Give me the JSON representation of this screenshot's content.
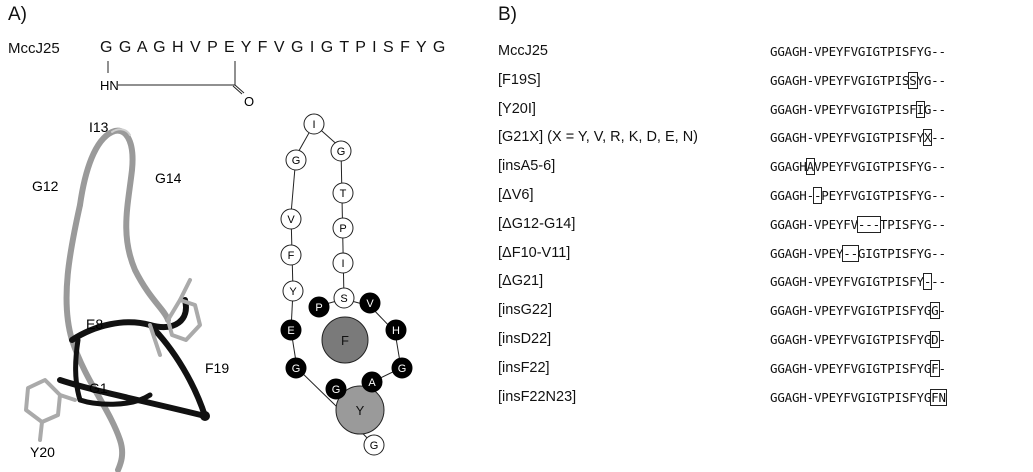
{
  "panelA": {
    "label": "A)",
    "peptide_name": "MccJ25",
    "peptide_sequence": "G G A G H V P E Y F V G I G T P I S F Y G",
    "linkage": {
      "nh": "HN",
      "o": "O"
    },
    "structure_labels": {
      "i13": "I13",
      "g12": "G12",
      "g14": "G14",
      "e8": "E8",
      "f19": "F19",
      "g1": "G1",
      "y20": "Y20"
    },
    "diagram_residues": {
      "loop_left": [
        "I",
        "G",
        "V",
        "F",
        "Y"
      ],
      "loop_right": [
        "G",
        "T",
        "P",
        "I",
        "S"
      ],
      "ring": [
        "E",
        "P",
        "V",
        "H",
        "G",
        "A",
        "G",
        "G"
      ],
      "big_f": "F",
      "big_y": "Y",
      "tail_g": "G"
    },
    "colors": {
      "ring_fill": "#000000",
      "big_fill": "#7a7a7a",
      "ribbon_gray": "#999999",
      "ribbon_black": "#111111"
    }
  },
  "panelB": {
    "label": "B)",
    "rows": [
      {
        "name": "MccJ25",
        "pre": "GGAGH-VPEYFVGIGTPISFYG--",
        "box": "",
        "post": ""
      },
      {
        "name": "[F19S]",
        "pre": "GGAGH-VPEYFVGIGTPIS",
        "box": "S",
        "post": "YG--"
      },
      {
        "name": "[Y20I]",
        "pre": "GGAGH-VPEYFVGIGTPISF",
        "box": "I",
        "post": "G--"
      },
      {
        "name": "[G21X] (X = Y, V, R, K, D, E, N)",
        "pre": "GGAGH-VPEYFVGIGTPISFY",
        "box": "X",
        "post": "--"
      },
      {
        "name": "[insA5-6]",
        "pre": "GGAGH",
        "box": "A",
        "post": "VPEYFVGIGTPISFYG--"
      },
      {
        "name": "[ΔV6]",
        "pre": "GGAGH-",
        "box": "-",
        "post": "PEYFVGIGTPISFYG--"
      },
      {
        "name": "[ΔG12-G14]",
        "pre": "GGAGH-VPEYFV",
        "box": "---",
        "post": "TPISFYG--"
      },
      {
        "name": "[ΔF10-V11]",
        "pre": "GGAGH-VPEY",
        "box": "--",
        "post": "GIGTPISFYG--"
      },
      {
        "name": "[ΔG21]",
        "pre": "GGAGH-VPEYFVGIGTPISFY",
        "box": "-",
        "post": "--"
      },
      {
        "name": "[insG22]",
        "pre": "GGAGH-VPEYFVGIGTPISFYG",
        "box": "G",
        "post": "-"
      },
      {
        "name": "[insD22]",
        "pre": "GGAGH-VPEYFVGIGTPISFYG",
        "box": "D",
        "post": "-"
      },
      {
        "name": "[insF22]",
        "pre": "GGAGH-VPEYFVGIGTPISFYG",
        "box": "F",
        "post": "-"
      },
      {
        "name": "[insF22N23]",
        "pre": "GGAGH-VPEYFVGIGTPISFYG",
        "box": "FN",
        "post": ""
      }
    ]
  }
}
